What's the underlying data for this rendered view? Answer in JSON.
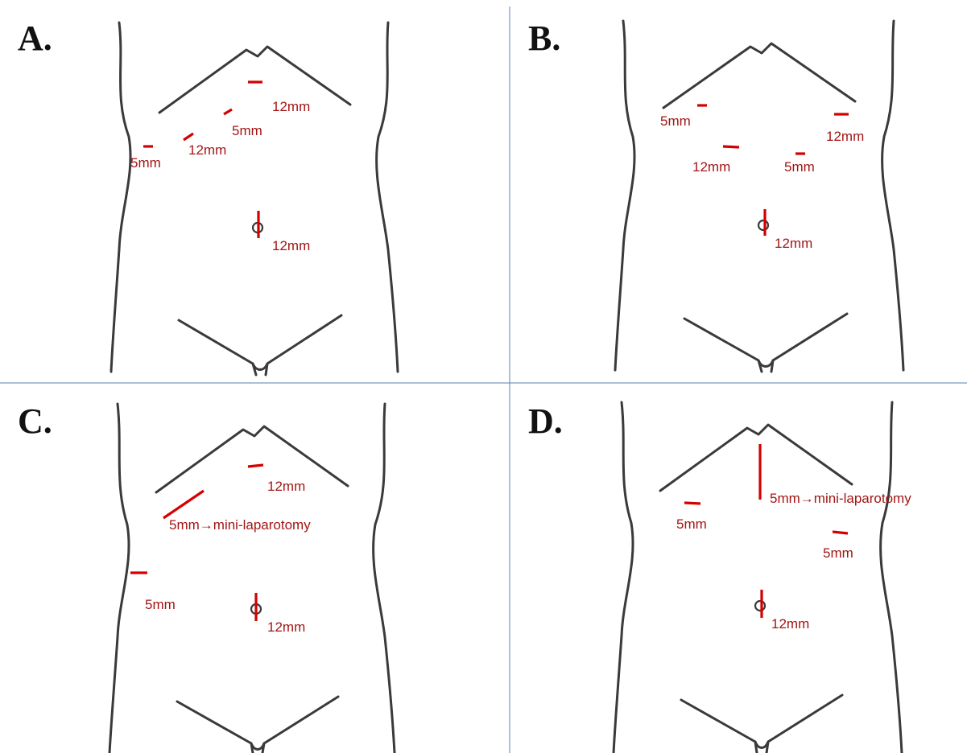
{
  "panels": {
    "a": {
      "letter": "A.",
      "labels": [
        "12mm",
        "5mm",
        "12mm",
        "5mm",
        "12mm"
      ]
    },
    "b": {
      "letter": "B.",
      "labels": [
        "5mm",
        "12mm",
        "12mm",
        "5mm",
        "12mm"
      ]
    },
    "c": {
      "letter": "C.",
      "labels": [
        "12mm",
        "5mm→mini-laparotomy",
        "5mm",
        "12mm"
      ]
    },
    "d": {
      "letter": "D.",
      "labels": [
        "5mm→mini-laparotomy",
        "5mm",
        "5mm",
        "12mm"
      ]
    }
  },
  "colors": {
    "incision": "#d40000",
    "label": "#a31515",
    "outline": "#3a3a3a",
    "divider": "#5b7fb3"
  }
}
